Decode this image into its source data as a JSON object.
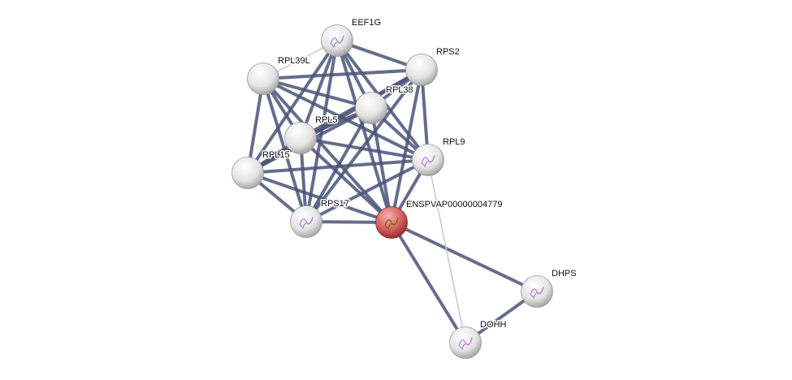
{
  "network": {
    "query_protein": "ENSPVAP00000004779",
    "colors": {
      "edge": "#4a5478",
      "edge_weak": "#c4c8d6",
      "node": "#e8e8e8",
      "query_node": "#d05a5a"
    },
    "nodes": [
      {
        "id": "EEF1G",
        "label": "EEF1G",
        "structure": true
      },
      {
        "id": "RPS2",
        "label": "RPS2",
        "structure": false
      },
      {
        "id": "RPL39L",
        "label": "RPL39L",
        "structure": false
      },
      {
        "id": "RPL38",
        "label": "RPL38",
        "structure": false
      },
      {
        "id": "RPL5",
        "label": "RPL5",
        "structure": false
      },
      {
        "id": "RPL9",
        "label": "RPL9",
        "structure": true
      },
      {
        "id": "RPL15",
        "label": "RPL15",
        "structure": false
      },
      {
        "id": "RPS17",
        "label": "RPS17",
        "structure": true
      },
      {
        "id": "ENSPVAP00000004779",
        "label": "ENSPVAP00000004779",
        "structure": true,
        "query": true
      },
      {
        "id": "DHPS",
        "label": "DHPS",
        "structure": true
      },
      {
        "id": "DOHH",
        "label": "DOHH",
        "structure": true
      }
    ],
    "weak_edges": [
      [
        "EEF1G",
        "RPL39L"
      ],
      [
        "RPL9",
        "DOHH"
      ]
    ],
    "extra_edges": [
      [
        "ENSPVAP00000004779",
        "DHPS"
      ],
      [
        "ENSPVAP00000004779",
        "DOHH"
      ],
      [
        "DHPS",
        "DOHH"
      ]
    ],
    "clique": [
      "EEF1G",
      "RPS2",
      "RPL39L",
      "RPL38",
      "RPL5",
      "RPL9",
      "RPL15",
      "RPS17",
      "ENSPVAP00000004779"
    ]
  }
}
